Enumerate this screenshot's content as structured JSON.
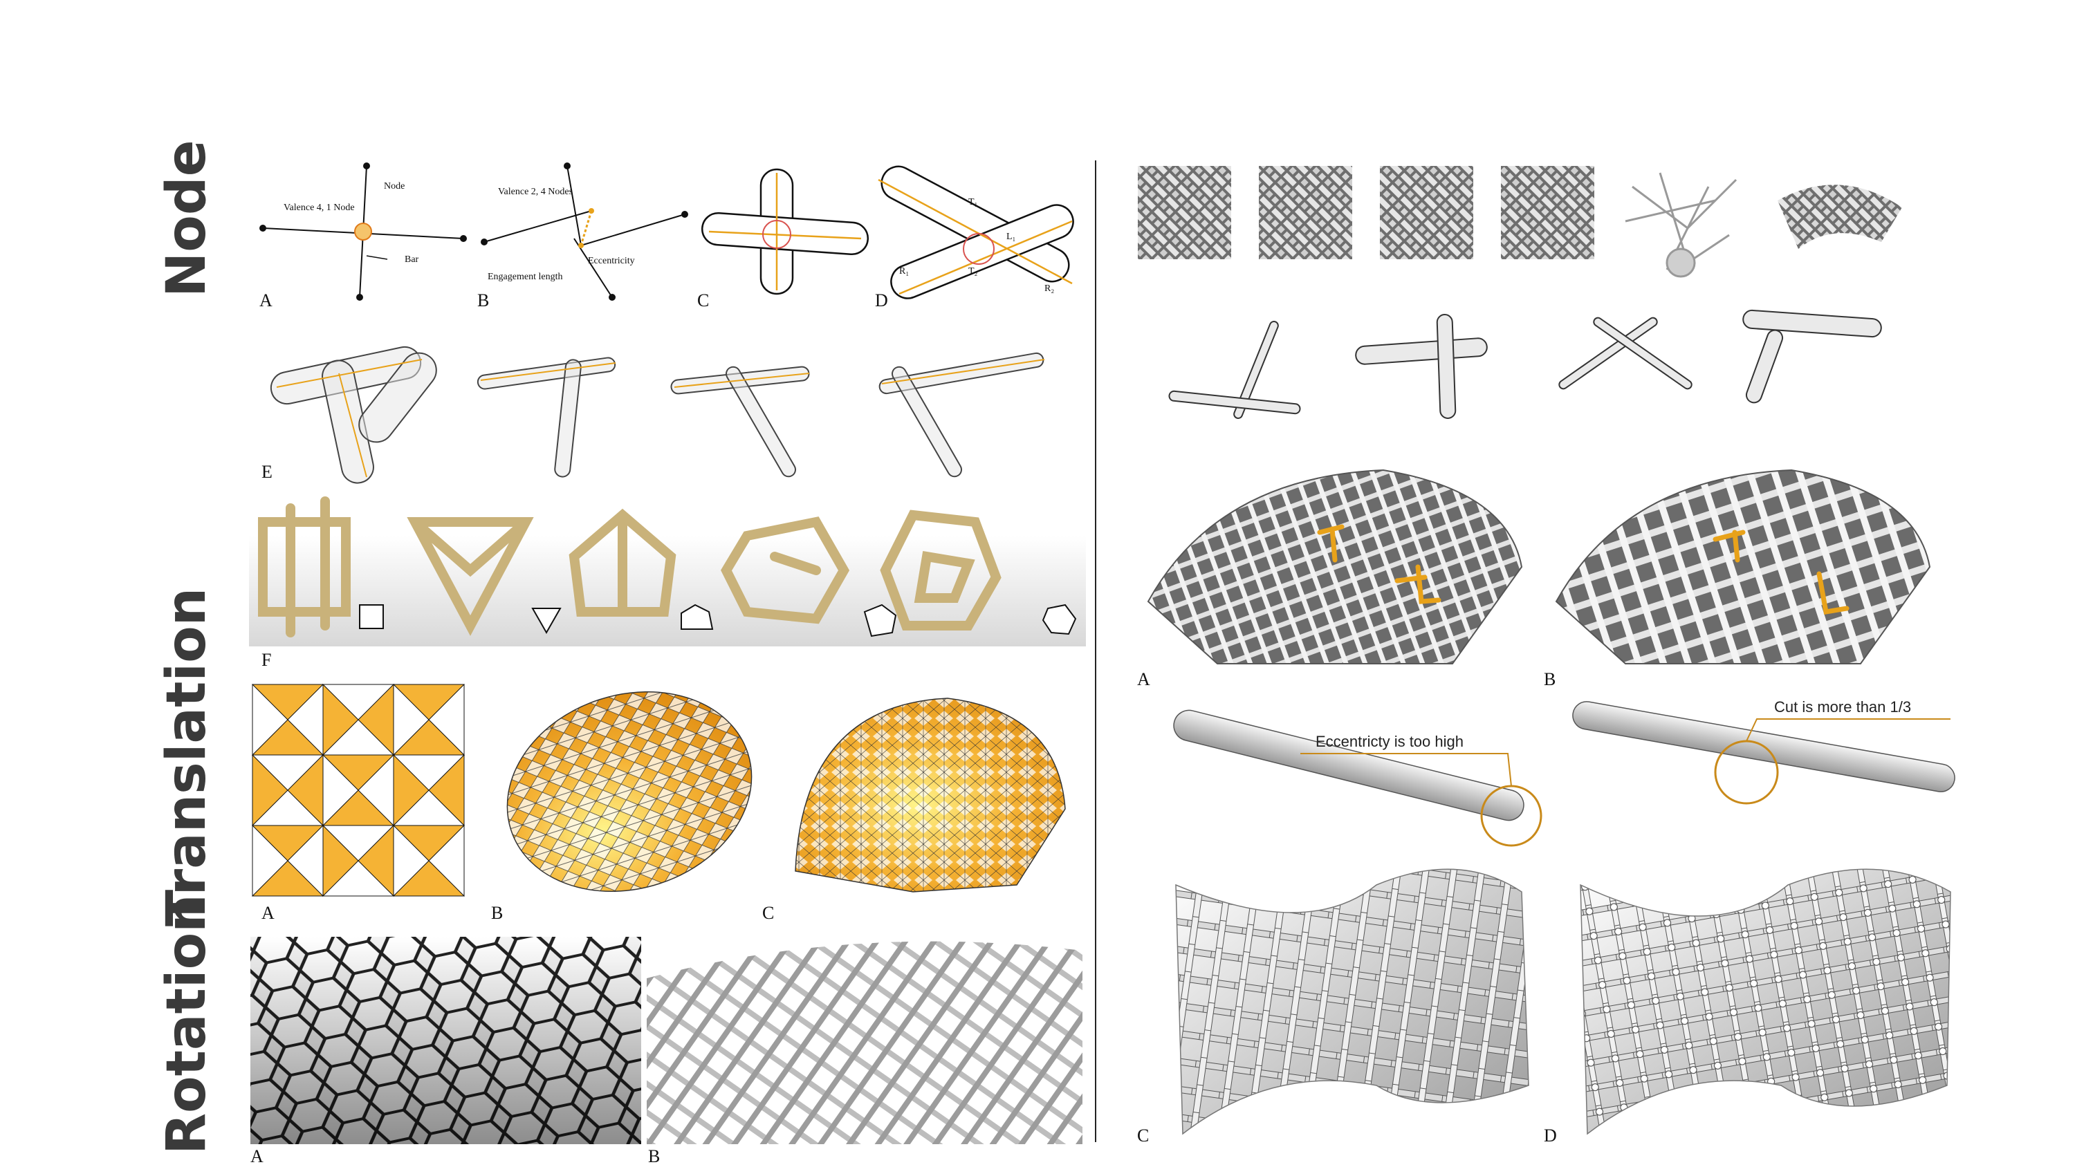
{
  "sections": {
    "node": "Node",
    "translation": "Translation",
    "rotation": "Rotation"
  },
  "left": {
    "node_panels": [
      "A",
      "B",
      "C",
      "D",
      "E",
      "F"
    ],
    "node_annotations": {
      "a_valence": "Valence 4, 1 Node",
      "a_node": "Node",
      "a_bar": "Bar",
      "b_valence": "Valence 2, 4 Nodes",
      "b_engagement": "Engagement length",
      "b_eccentricity": "Eccentricity",
      "d_t1": "T₁",
      "d_t2": "T₂",
      "d_l1": "L₁",
      "d_r1": "R₁",
      "d_r2": "R₂"
    },
    "translation_panels": [
      "A",
      "B",
      "C"
    ],
    "rotation_panels": [
      "A",
      "B"
    ]
  },
  "right": {
    "panels": [
      "A",
      "B",
      "C",
      "D"
    ],
    "callout_c": "Eccentricty is too high",
    "callout_d": "Cut is more than 1/3"
  },
  "colors": {
    "accent": "#e8a21a",
    "wood": "#c9b27a",
    "grey": "#9a9a9a",
    "callout_line": "#c98a1a"
  }
}
